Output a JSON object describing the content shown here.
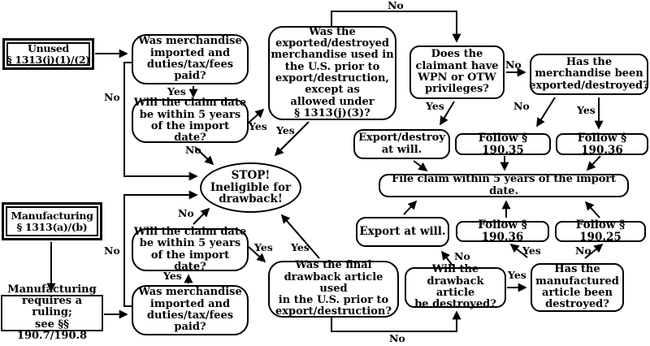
{
  "diagram": {
    "description": "Drawback eligibility decision flowchart",
    "colors": {
      "ink": "#000000",
      "paper": "#ffffff"
    },
    "nodes": {
      "unused_header": "Unused\n§ 1313(j)(1)/(2)",
      "manufacturing_header": "Manufacturing\n§ 1313(a)/(b)",
      "manufacturing_ruling": "Manufacturing\nrequires a ruling;\nsee §§ 190.7/190.8",
      "merch_imported_top": "Was merchandise\nimported and\nduties/tax/fees\npaid?",
      "claim_date_top": "Will the claim date\nbe within 5 years\nof the import date?",
      "merch_used": "Was the\nexported/destroyed\nmerchandise used in\nthe U.S. prior to\nexport/destruction,\nexcept as\nallowed under\n§ 1313(j)(3)?",
      "stop": "STOP!\nIneligible for\ndrawback!",
      "claimant_privileges": "Does the\nclaimant have\nWPN or OTW\nprivileges?",
      "merch_exported": "Has the\nmerchandise been\nexported/destroyed?",
      "export_destroy_at_will": "Export/destroy\nat will.",
      "follow_190_35": "Follow § 190.35",
      "follow_190_36_top": "Follow § 190.36",
      "file_claim": "File claim within 5 years of the import date.",
      "export_at_will": "Export at will.",
      "follow_190_36_bottom": "Follow § 190.36",
      "follow_190_25": "Follow § 190.25",
      "drawback_destroyed": "Will the\ndrawback article\nbe destroyed?",
      "manufactured_destroyed": "Has the\nmanufactured\narticle been\ndestroyed?",
      "final_article_used": "Was the final\ndrawback article used\nin the U.S. prior to\nexport/destruction?",
      "claim_date_bottom": "Will the claim date\nbe within 5 years\nof the import date?",
      "merch_imported_bottom": "Was merchandise\nimported and\nduties/tax/fees\npaid?"
    },
    "edge_labels": {
      "merch_used_no": "No",
      "merch_imported_top_yes": "Yes",
      "claim_date_top_yes": "Yes",
      "claim_date_top_no": "No",
      "merch_imported_top_no": "No",
      "merch_used_yes": "Yes",
      "claimant_yes": "Yes",
      "claimant_no": "No",
      "merch_exported_no": "No",
      "merch_exported_yes": "Yes",
      "merch_imported_bottom_no": "No",
      "merch_imported_bottom_yes": "Yes",
      "claim_date_bottom_no": "No",
      "claim_date_bottom_yes": "Yes",
      "final_article_used_yes": "Yes",
      "final_article_used_no": "No",
      "drawback_destroyed_no": "No",
      "drawback_destroyed_yes": "Yes",
      "manufactured_destroyed_yes": "Yes",
      "manufactured_destroyed_no": "No"
    }
  }
}
